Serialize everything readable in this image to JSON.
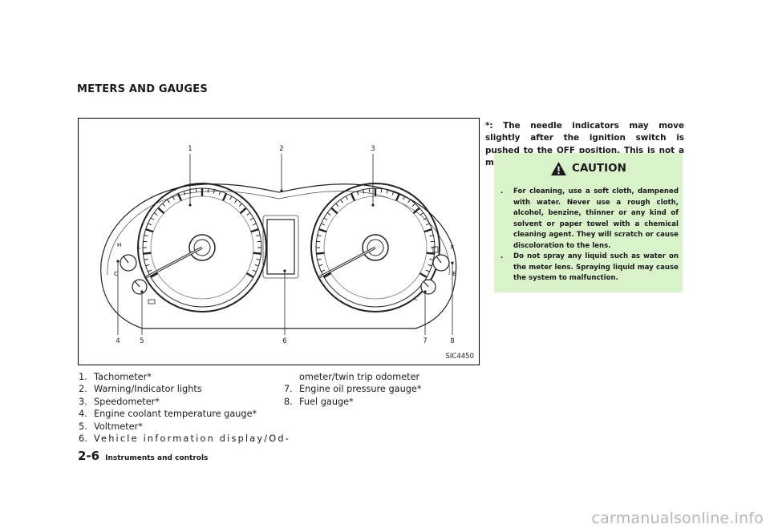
{
  "page": {
    "section_title": "METERS AND GAUGES",
    "footer": {
      "page_number": "2-6",
      "section": "Instruments and controls"
    },
    "watermark": "carmanualsonline.info"
  },
  "figure": {
    "code": "SIC4450",
    "callouts": {
      "c1": "1",
      "c2": "2",
      "c3": "3",
      "c4": "4",
      "c5": "5",
      "c6": "6",
      "c7": "7",
      "c8": "8"
    }
  },
  "legend": {
    "left": [
      {
        "num": "1.",
        "text": "Tachometer*"
      },
      {
        "num": "2.",
        "text": "Warning/Indicator lights"
      },
      {
        "num": "3.",
        "text": "Speedometer*"
      },
      {
        "num": "4.",
        "text": "Engine coolant temperature gauge*"
      },
      {
        "num": "5.",
        "text": "Voltmeter*"
      },
      {
        "num": "6.",
        "text": "Vehicle information display/Od-"
      }
    ],
    "right_continuation": "ometer/twin trip odometer",
    "right": [
      {
        "num": "7.",
        "text": "Engine oil pressure gauge*"
      },
      {
        "num": "8.",
        "text": "Fuel gauge*"
      }
    ]
  },
  "note": "*: The needle indicators may move slightly after the ignition switch is pushed to the OFF position. This is not a malfunction.",
  "caution": {
    "title": "CAUTION",
    "bullet": ".",
    "items": [
      "For cleaning, use a soft cloth, dampened with water. Never use a rough cloth, alcohol, benzine, thinner or any kind of solvent or paper towel with a chemical cleaning agent. They will scratch or cause discoloration to the lens.",
      "Do not spray any liquid such as water on the meter lens. Spraying liquid may cause the system to malfunction."
    ]
  }
}
